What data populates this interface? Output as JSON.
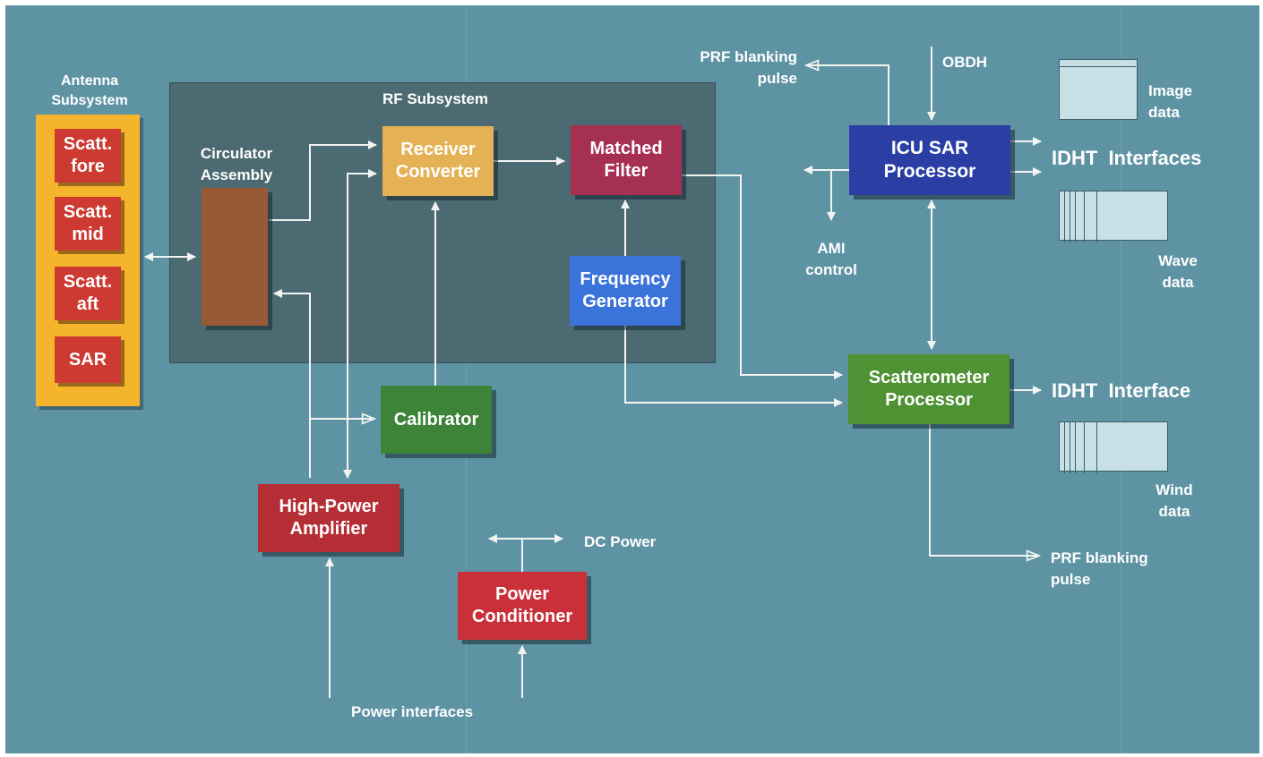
{
  "antenna": {
    "title": "Antenna Subsystem",
    "modules": [
      "Scatt. fore",
      "Scatt. mid",
      "Scatt. aft",
      "SAR"
    ]
  },
  "rf_subsystem": {
    "title": "RF Subsystem",
    "circulator_label": "Circulator Assembly",
    "receiver": "Receiver Converter",
    "matched_filter": "Matched Filter",
    "frequency_generator": "Frequency Generator"
  },
  "calibrator": "Calibrator",
  "hpa": "High-Power Amplifier",
  "power_conditioner": "Power Conditioner",
  "icu": "ICU SAR Processor",
  "scatterometer": "Scatterometer Processor",
  "labels": {
    "prf_top": "PRF blanking pulse",
    "obdh": "OBDH",
    "ami": "AMI control",
    "idht_plural": "IDHT Interfaces",
    "idht_single": "IDHT Interface",
    "image_data": "Image data",
    "wave_data": "Wave data",
    "wind_data": "Wind data",
    "dc_power": "DC Power",
    "power_interfaces": "Power interfaces",
    "prf_bottom": "PRF blanking pulse"
  },
  "colors": {
    "background": "#5e93a3",
    "rf_panel": "#4c6a71",
    "antenna": "#f4b42c",
    "module": "#cc3a32",
    "circulator": "#985a35",
    "receiver": "#e5b155",
    "matched_filter": "#a62f54",
    "frequency_generator": "#3a73d9",
    "calibrator": "#3d8438",
    "hpa": "#b52e35",
    "power_conditioner": "#c9303a",
    "icu": "#2a3ea3",
    "scatterometer": "#4f9233",
    "wire": "#f2f4f2"
  }
}
